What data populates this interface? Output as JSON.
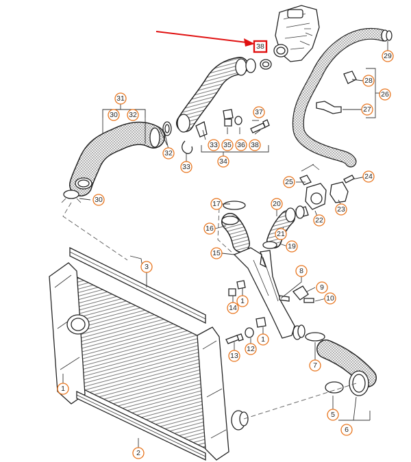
{
  "colors": {
    "callout": "#e8741c",
    "highlight": "#e01010",
    "line": "#222222"
  },
  "highlight": {
    "label": "38"
  },
  "callouts": {
    "c1a": "1",
    "c1b": "1",
    "c1c": "1",
    "c2": "2",
    "c3": "3",
    "c5": "5",
    "c6": "6",
    "c7": "7",
    "c8": "8",
    "c9": "9",
    "c10": "10",
    "c12": "12",
    "c13": "13",
    "c14": "14",
    "c15": "15",
    "c16": "16",
    "c17": "17",
    "c19": "19",
    "c20": "20",
    "c21": "21",
    "c22": "22",
    "c23": "23",
    "c24": "24",
    "c25": "25",
    "c26": "26",
    "c27": "27",
    "c28": "28",
    "c29": "29",
    "c30": "30",
    "c31": "31",
    "c30b": "30",
    "c32a": "32",
    "c32b": "32",
    "c33a": "33",
    "c33b": "33",
    "c34": "34",
    "c35": "35",
    "c36": "36",
    "c37": "37",
    "c38": "38"
  }
}
